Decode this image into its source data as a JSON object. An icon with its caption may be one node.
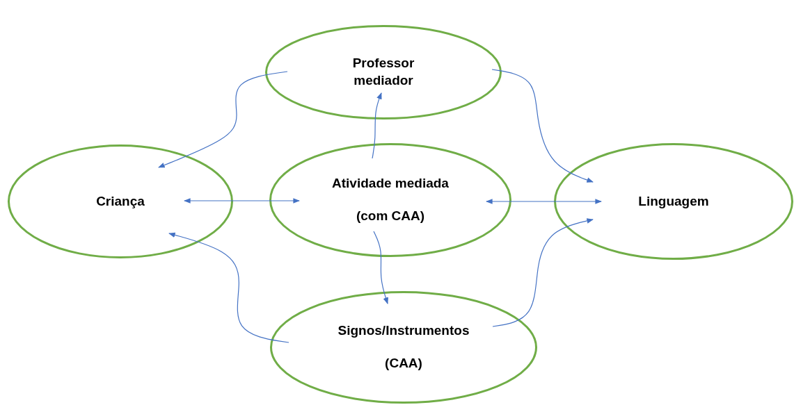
{
  "diagram": {
    "nodes": [
      {
        "text": [
          "Professor mediador"
        ]
      },
      {
        "text": [
          "Criança"
        ]
      },
      {
        "text": [
          "Atividade mediada",
          "(com CAA)"
        ]
      },
      {
        "text": [
          "Linguagem"
        ]
      },
      {
        "text": [
          "Signos/Instrumentos",
          "(CAA)"
        ]
      }
    ],
    "edges": [
      {
        "from": 0,
        "to": 1,
        "arrow": "to"
      },
      {
        "from": 0,
        "to": 3,
        "arrow": "to"
      },
      {
        "from": 2,
        "to": 0,
        "arrow": "to"
      },
      {
        "from": 1,
        "to": 2,
        "arrow": "both"
      },
      {
        "from": 2,
        "to": 3,
        "arrow": "both"
      },
      {
        "from": 2,
        "to": 4,
        "arrow": "to"
      },
      {
        "from": 4,
        "to": 1,
        "arrow": "to"
      },
      {
        "from": 4,
        "to": 3,
        "arrow": "to"
      }
    ]
  }
}
